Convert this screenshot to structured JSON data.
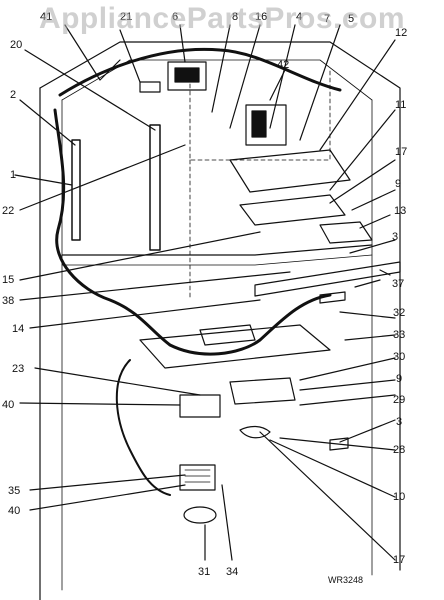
{
  "watermark": "AppliancePartsPros.com",
  "reference_code": "WR3248",
  "callouts": [
    "41",
    "21",
    "6",
    "8",
    "16",
    "4",
    "7",
    "5",
    "12",
    "20",
    "2",
    "42",
    "11",
    "1",
    "17",
    "9",
    "22",
    "13",
    "3",
    "15",
    "37",
    "38",
    "14",
    "32",
    "33",
    "23",
    "30",
    "9",
    "29",
    "40",
    "3",
    "28",
    "35",
    "10",
    "40",
    "17",
    "31",
    "34"
  ]
}
